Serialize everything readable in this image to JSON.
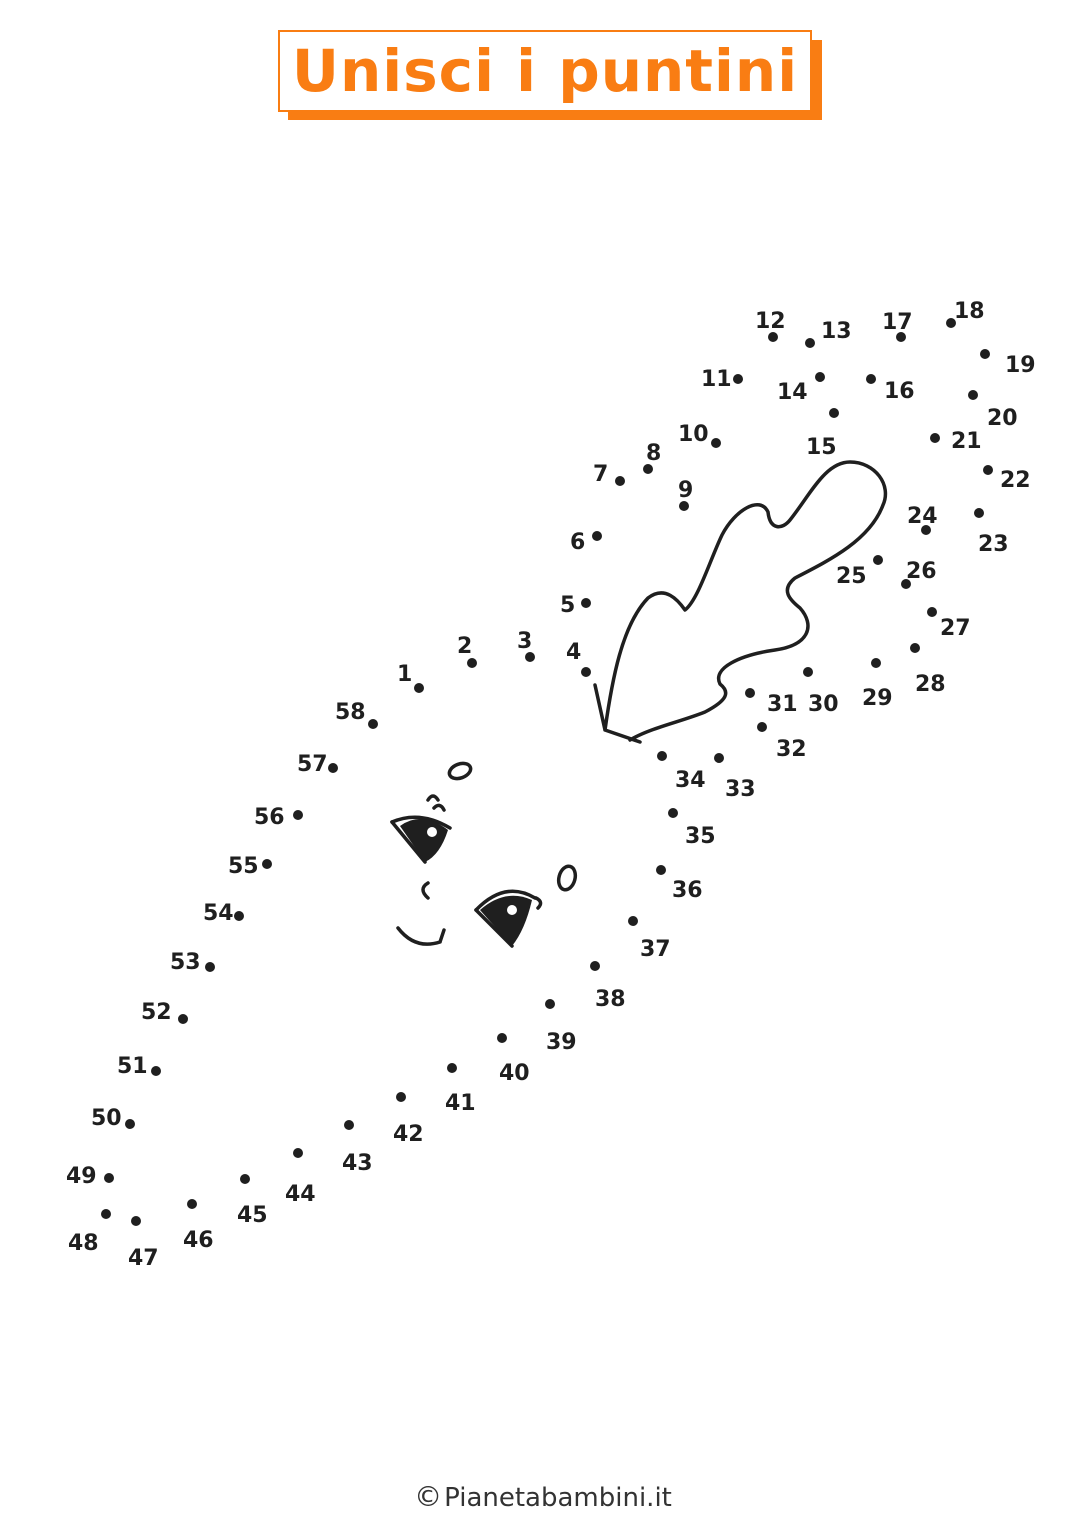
{
  "title": "Unisci i puntini",
  "footer": {
    "copyright_symbol": "©",
    "site": "Pianetabambini.it"
  },
  "colors": {
    "accent": "#f97d13",
    "ink": "#1f1f1f"
  },
  "dots": [
    {
      "n": "1"
    },
    {
      "n": "2"
    },
    {
      "n": "3"
    },
    {
      "n": "4"
    },
    {
      "n": "5"
    },
    {
      "n": "6"
    },
    {
      "n": "7"
    },
    {
      "n": "8"
    },
    {
      "n": "9"
    },
    {
      "n": "10"
    },
    {
      "n": "11"
    },
    {
      "n": "12"
    },
    {
      "n": "13"
    },
    {
      "n": "14"
    },
    {
      "n": "15"
    },
    {
      "n": "16"
    },
    {
      "n": "17"
    },
    {
      "n": "18"
    },
    {
      "n": "19"
    },
    {
      "n": "20"
    },
    {
      "n": "21"
    },
    {
      "n": "22"
    },
    {
      "n": "23"
    },
    {
      "n": "24"
    },
    {
      "n": "25"
    },
    {
      "n": "26"
    },
    {
      "n": "27"
    },
    {
      "n": "28"
    },
    {
      "n": "29"
    },
    {
      "n": "30"
    },
    {
      "n": "31"
    },
    {
      "n": "32"
    },
    {
      "n": "33"
    },
    {
      "n": "34"
    },
    {
      "n": "35"
    },
    {
      "n": "36"
    },
    {
      "n": "37"
    },
    {
      "n": "38"
    },
    {
      "n": "39"
    },
    {
      "n": "40"
    },
    {
      "n": "41"
    },
    {
      "n": "42"
    },
    {
      "n": "43"
    },
    {
      "n": "44"
    },
    {
      "n": "45"
    },
    {
      "n": "46"
    },
    {
      "n": "47"
    },
    {
      "n": "48"
    },
    {
      "n": "49"
    },
    {
      "n": "50"
    },
    {
      "n": "51"
    },
    {
      "n": "52"
    },
    {
      "n": "53"
    },
    {
      "n": "54"
    },
    {
      "n": "55"
    },
    {
      "n": "56"
    },
    {
      "n": "57"
    },
    {
      "n": "58"
    }
  ]
}
